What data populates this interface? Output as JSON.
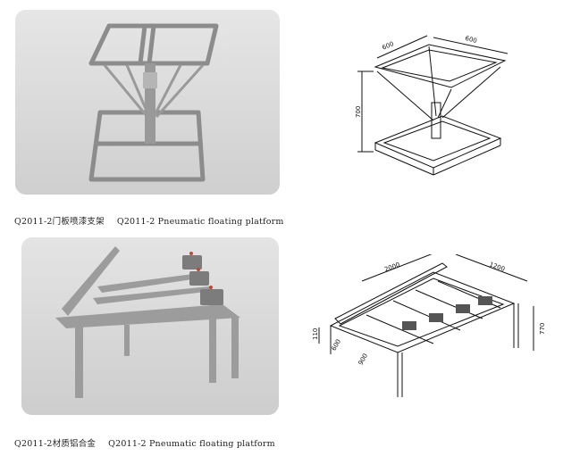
{
  "products": [
    {
      "caption_cn": "Q2011-2门板喷漆支架",
      "caption_en": "Q2011-2 Pneumatic floating platform",
      "dimensions": {
        "width": "600",
        "depth": "600",
        "height": "700"
      }
    },
    {
      "caption_cn": "Q2011-2材质铝合金",
      "caption_en": "Q2011-2 Pneumatic floating platform",
      "dimensions": {
        "length": "2000",
        "width": "1200",
        "height": "770",
        "rail": "110",
        "a": "600",
        "b": "900"
      }
    }
  ]
}
